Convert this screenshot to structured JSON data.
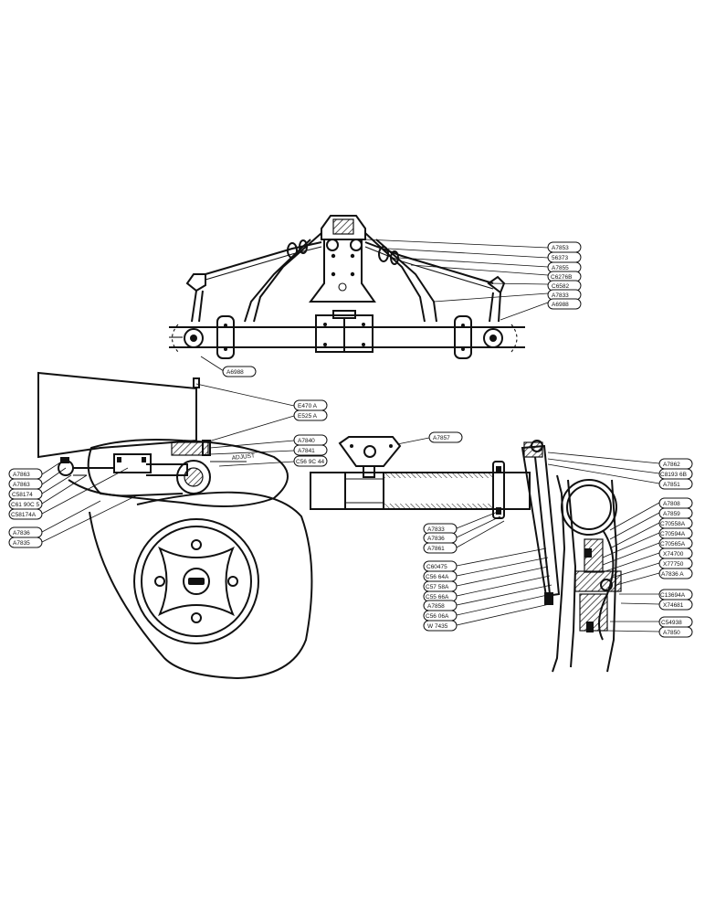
{
  "labels": {
    "top_assembly": [
      "A7853",
      "56373",
      "A7855",
      "C6276B",
      "C6582",
      "A7833",
      "A6988"
    ],
    "top_assembly_bottom": "A6988",
    "left_view_right": [
      "E470 A",
      "E525 A",
      "A7840",
      "A7841",
      "C56 9C 44"
    ],
    "left_view_left": [
      "A7863",
      "A7863",
      "C58174",
      "C61 90C 5",
      "C58174A",
      "A7836",
      "A7835"
    ],
    "middle_view": [
      "A7857",
      "A7833",
      "A7836",
      "A7861"
    ],
    "right_view_right": [
      "A7862",
      "C8193 6B",
      "A7851",
      "A7808",
      "A7859",
      "C70558A",
      "C70594A",
      "C70565A",
      "X74700",
      "X77750",
      "A7836 A",
      "C13694A",
      "X74681",
      "C54938",
      "A7850"
    ],
    "right_view_left": [
      "C60475",
      "C56 64A",
      "C57 58A",
      "C55 66A",
      "A7858",
      "C56 06A",
      "W 7435"
    ]
  }
}
